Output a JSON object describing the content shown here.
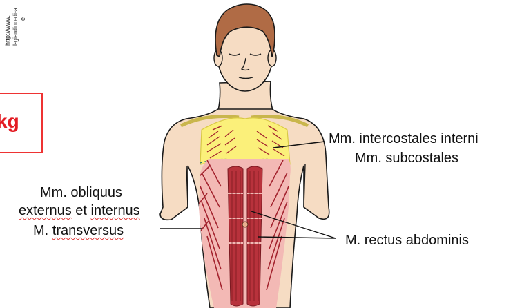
{
  "watermark": {
    "line1": "http://www.",
    "line2": "l-giardino-di-a",
    "line3": "e"
  },
  "badge": {
    "text": "kg"
  },
  "labels": {
    "intercostales_line1": "Mm. intercostales interni",
    "intercostales_line2": "Mm. subcostales",
    "obliquus_line1": "Mm. obliquus",
    "obliquus_line2_a": "externus",
    "obliquus_line2_b": "et",
    "obliquus_line2_c": "internus",
    "transversus_a": "M.",
    "transversus_b": "transversus",
    "rectus": "M. rectus abdominis"
  },
  "colors": {
    "skin": "#f6dcc3",
    "skin_outline": "#1a1a1a",
    "hair": "#b06b45",
    "ribcage": "#fbf07a",
    "muscle": "#a3232e",
    "badge_red": "#e31b23"
  }
}
